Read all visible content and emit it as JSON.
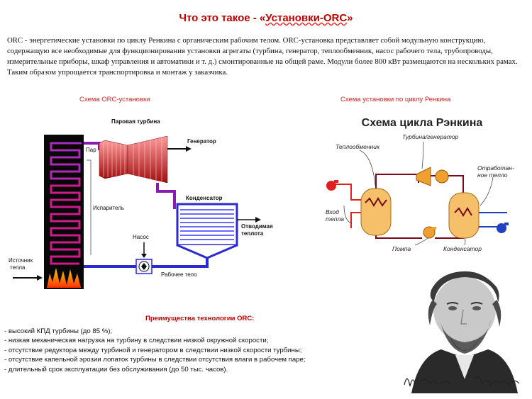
{
  "title": {
    "prefix": "Что это такое - «",
    "highlight": "Установки-ORC",
    "suffix": "»"
  },
  "intro": "ORC - энергетические установки по циклу Ренкина с органическим рабочим телом. ORC-установка представляет собой модульную конструкцию, содержащую все необходимые для функционирования установки агрегаты (турбина, генератор, теплообменник, насос рабочего тела, трубопроводы, измерительные приборы, шкаф управления и автоматики и т. д.) смонтированные на общей раме. Модули более 800 кВт размещаются на нескольких рамах. Таким образом упрощается транспортировка и монтаж у заказчика.",
  "captions": {
    "left": "Схема ORC-установки",
    "right": "Схема установки по циклу Ренкина"
  },
  "orc": {
    "turbine": "Паровая турбина",
    "generator": "Генератор",
    "steam": "Пар",
    "evaporator": "Испаритель",
    "condenser": "Конденсатор",
    "heat_out": [
      "Отводимая",
      "теплота"
    ],
    "pump": "Насос",
    "working_fluid": "Рабочее тело",
    "heat_source": [
      "Источник",
      "тепла"
    ]
  },
  "rankine": {
    "title": "Схема цикла Рэнкина",
    "turbine_generator": "Турбина/генератор",
    "heat_exchanger": "Теплообменник",
    "heat_in": [
      "Вход",
      "тепла"
    ],
    "waste_heat": [
      "Отработан-",
      "ное тепло"
    ],
    "pump": "Помпа",
    "condenser": "Конденсатор"
  },
  "advantages": {
    "title": "Преимущества технологии ORC:",
    "items": [
      "- высокий КПД турбины (до 85 %);",
      "- низкая механическая нагрузка на турбину в следствии низкой окружной скорости;",
      "- отсутствие редуктора между турбиной и генератором в следствии низкой скорости турбины;",
      "- отсутствие капельной эрозии лопаток турбины в следствии отсутствия влаги в рабочем паре;",
      "- длительный срок эксплуатации без обслуживания (до 50 тыс. часов)."
    ]
  },
  "colors": {
    "title": "#c00000",
    "caption": "#d81e1e",
    "fluid": "#2a2ad0",
    "vapor": "#8a1ab0",
    "accent": "#f0a030"
  }
}
